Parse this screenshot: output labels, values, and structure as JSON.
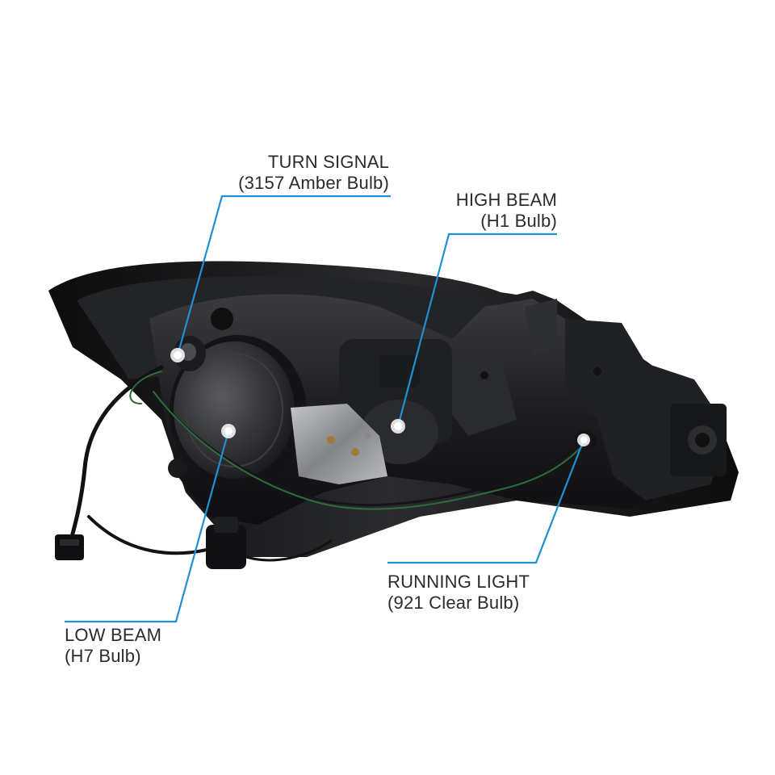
{
  "callouts": {
    "turn_signal": {
      "line1": "TURN SIGNAL",
      "line2": "(3157 Amber Bulb)"
    },
    "high_beam": {
      "line1": "HIGH BEAM",
      "line2": "(H1 Bulb)"
    },
    "running_light": {
      "line1": "RUNNING LIGHT",
      "line2": "(921 Clear Bulb)"
    },
    "low_beam": {
      "line1": "LOW BEAM",
      "line2": "(H7 Bulb)"
    }
  },
  "colors": {
    "callout_line": "#1e90d6",
    "housing": "#1c1c1e",
    "background": "#ffffff"
  }
}
